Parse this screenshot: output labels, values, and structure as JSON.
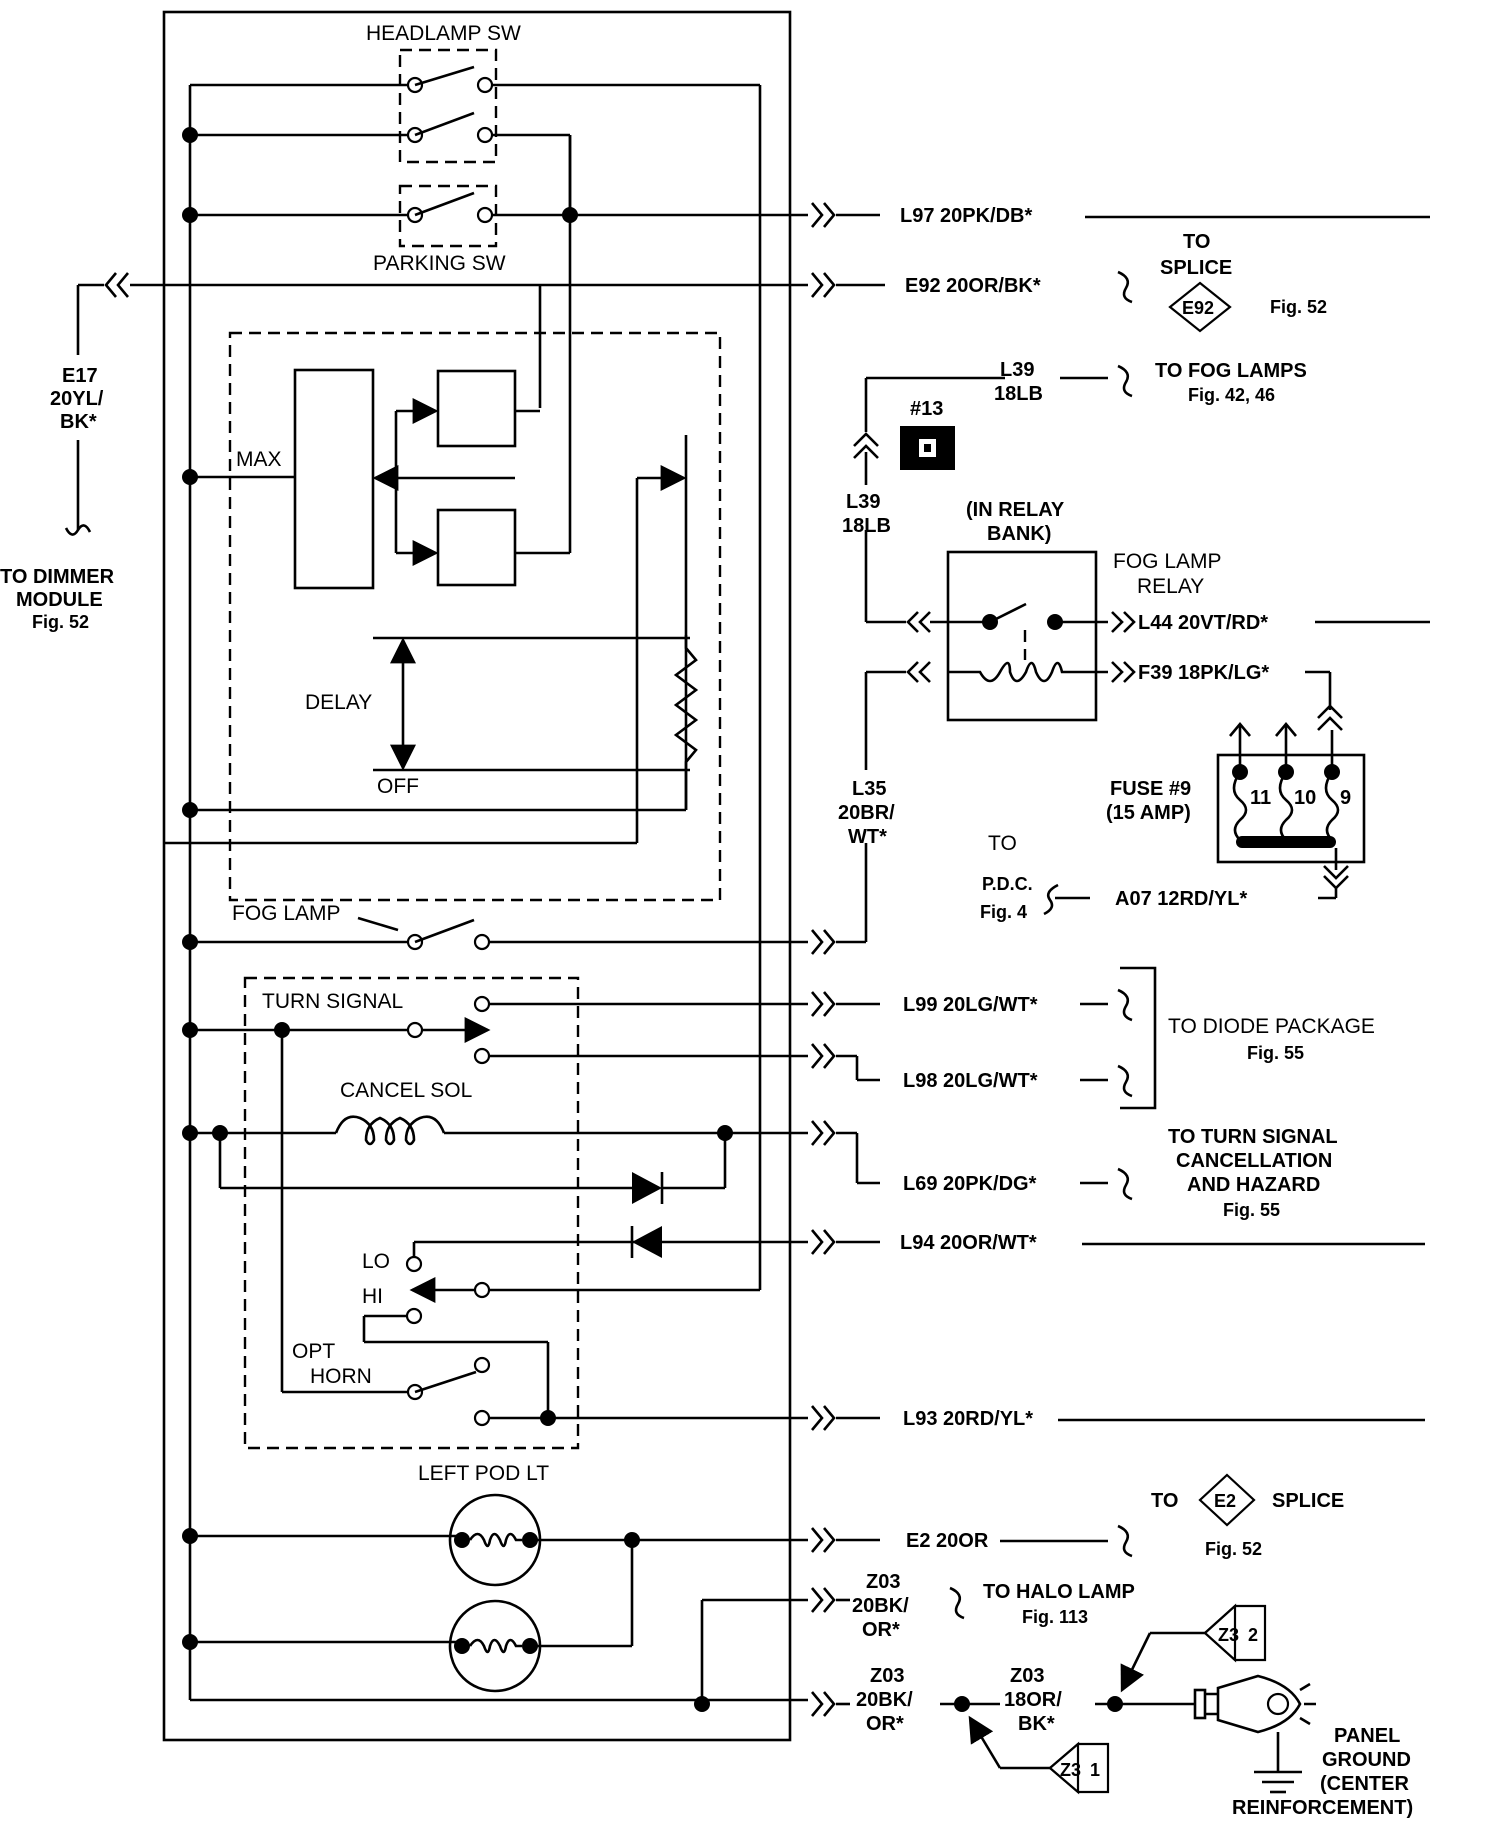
{
  "switch_labels": {
    "headlamp_sw": "HEADLAMP SW",
    "parking_sw": "PARKING SW",
    "max": "MAX",
    "delay": "DELAY",
    "off": "OFF",
    "fog_lamp": "FOG LAMP",
    "turn_signal": "TURN SIGNAL",
    "cancel_sol": "CANCEL SOL",
    "lo": "LO",
    "hi": "HI",
    "opt": "OPT",
    "horn": "HORN",
    "left_pod_lt": "LEFT POD LT"
  },
  "wires": {
    "l97": "L97 20PK/DB*",
    "e92": "E92 20OR/BK*",
    "e17": [
      "E17",
      "20YL/",
      "BK*"
    ],
    "l39_top": [
      "L39",
      "18LB"
    ],
    "l39_side": [
      "L39",
      "18LB"
    ],
    "l44": "L44 20VT/RD*",
    "f39": "F39 18PK/LG*",
    "l35": [
      "L35",
      "20BR/",
      "WT*"
    ],
    "a07": "A07 12RD/YL*",
    "l99": "L99 20LG/WT*",
    "l98": "L98 20LG/WT*",
    "l69": "L69 20PK/DG*",
    "l94": "L94 20OR/WT*",
    "l93": "L93 20RD/YL*",
    "e2": "E2 20OR",
    "z03_a": [
      "Z03",
      "20BK/",
      "OR*"
    ],
    "z03_b": [
      "Z03",
      "20BK/",
      "OR*"
    ],
    "z03_c": [
      "Z03",
      "18OR/",
      "BK*"
    ]
  },
  "destinations": {
    "to_splice_e92": [
      "TO",
      "SPLICE"
    ],
    "e92_tag": "E92",
    "fig52_a": "Fig. 52",
    "to_dimmer": [
      "TO DIMMER",
      "MODULE",
      "Fig. 52"
    ],
    "to_fog_lamps": [
      "TO FOG LAMPS",
      "Fig. 42, 46"
    ],
    "relay_13": "#13",
    "in_relay_bank": [
      "(IN RELAY",
      "BANK)"
    ],
    "fog_lamp_relay": [
      "FOG LAMP",
      "RELAY"
    ],
    "fuse": [
      "FUSE #9",
      "(15 AMP)"
    ],
    "fuse_pins": [
      "11",
      "10",
      "9"
    ],
    "to_pdc": [
      "TO",
      "P.D.C.",
      "Fig. 4"
    ],
    "to_diode": [
      "TO DIODE PACKAGE",
      "Fig. 55"
    ],
    "to_turn_signal": [
      "TO TURN SIGNAL",
      "CANCELLATION",
      "AND HAZARD",
      "Fig. 55"
    ],
    "to_e2_splice": [
      "TO",
      "SPLICE",
      "Fig. 52"
    ],
    "e2_tag": "E2",
    "to_halo": [
      "TO HALO LAMP",
      "Fig. 113"
    ],
    "z3_tag_top": [
      "Z3",
      "2"
    ],
    "z3_tag_bottom": [
      "Z3",
      "1"
    ],
    "panel_ground": [
      "PANEL",
      "GROUND",
      "(CENTER",
      "REINFORCEMENT)"
    ]
  }
}
